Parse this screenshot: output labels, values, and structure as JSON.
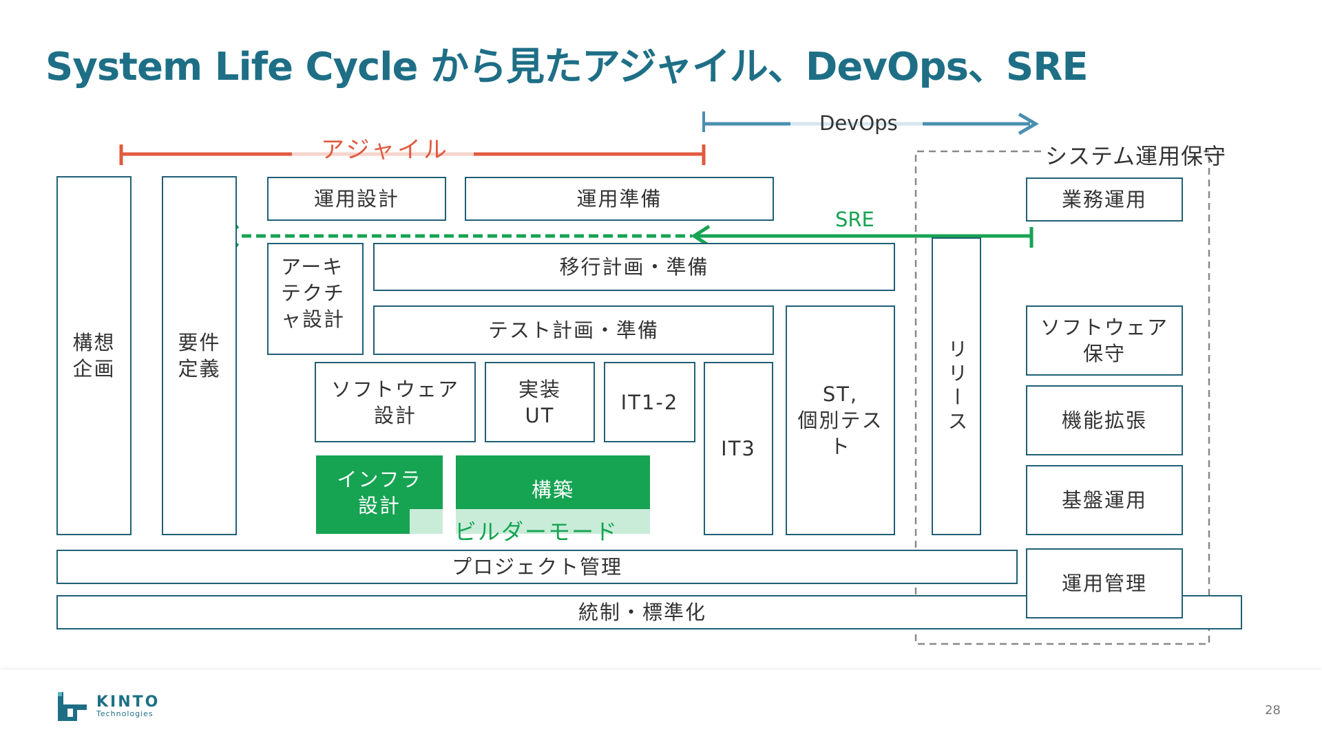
{
  "title": "System Life Cycle から見たアジャイル、DevOps、SRE",
  "labels": {
    "agile": "アジャイル",
    "devops": "DevOps",
    "sre": "SRE",
    "ops_maintenance": "システム運用保守",
    "builder_mode": "ビルダーモード"
  },
  "boxes": {
    "kousou": "構想\n企画",
    "youken": "要件\n定義",
    "unyou_sekkei": "運用設計",
    "unyou_junbi": "運用準備",
    "architecture": "アーキ\nテクチ\nャ設計",
    "ikou": "移行計画・準備",
    "test_keikaku": "テスト計画・準備",
    "sw_sekkei": "ソフトウェア\n設計",
    "jissou": "実装\nUT",
    "it12": "IT1-2",
    "it3": "IT3",
    "st": "ST,\n個別テス\nト",
    "release": "リリース",
    "infra_sekkei": "インフラ\n設計",
    "kouchiku": "構築",
    "project_mgmt": "プロジェクト管理",
    "tousei": "統制・標準化",
    "gyoumu_unyou": "業務運用",
    "sw_hoshu": "ソフトウェア\n保守",
    "kinou_kakuchou": "機能拡張",
    "kiban_unyou": "基盤運用",
    "unyou_kanri": "運用管理"
  },
  "footer": {
    "logo_name": "KINTO",
    "logo_sub": "Technologies",
    "page_number": "28"
  },
  "colors": {
    "title": "#1e6f86",
    "agile": "#e05a3f",
    "devops": "#4a8fb0",
    "sre": "#16a352",
    "box_border": "#1e5f74",
    "green_fill": "#16a352",
    "light_green": "#c9ecd9",
    "dashed_gray": "#888888"
  }
}
